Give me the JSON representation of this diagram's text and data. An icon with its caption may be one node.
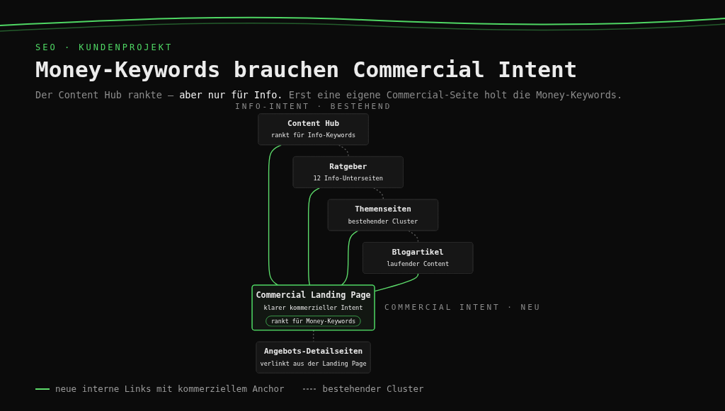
{
  "diagram": {
    "title": "Money-Keywords brauchen Commercial Intent",
    "nodes": [
      {
        "text": [
          "Content Hub",
          "rankt für Info-Keywords"
        ]
      },
      {
        "text": [
          "Ratgeber",
          "12 Info-Unterseiten"
        ]
      },
      {
        "text": [
          "Themenseiten",
          "bestehender Cluster"
        ]
      },
      {
        "text": [
          "Blogartikel",
          "laufender Content"
        ]
      },
      {
        "text": [
          "Commercial Landing Page",
          "klarer kommerzieller Intent",
          "rankt für Money-Keywords"
        ]
      },
      {
        "text": [
          "Angebots-Detailseiten",
          "verlinkt aus der Landing Page"
        ]
      }
    ],
    "edges": [
      {
        "from": 0,
        "to": 1,
        "arrow": "none",
        "style": "dashed",
        "color": "#5a5a5a"
      },
      {
        "from": 1,
        "to": 2,
        "arrow": "none",
        "style": "dashed",
        "color": "#5a5a5a"
      },
      {
        "from": 2,
        "to": 3,
        "arrow": "none",
        "style": "dashed",
        "color": "#5a5a5a"
      },
      {
        "from": 0,
        "to": 4,
        "arrow": "none",
        "color": "#5ddc6b"
      },
      {
        "from": 1,
        "to": 4,
        "arrow": "none",
        "color": "#5ddc6b"
      },
      {
        "from": 2,
        "to": 4,
        "arrow": "none",
        "color": "#5ddc6b"
      },
      {
        "from": 3,
        "to": 4,
        "arrow": "none",
        "color": "#5ddc6b"
      },
      {
        "from": 4,
        "to": 5,
        "arrow": "none",
        "style": "dashed",
        "color": "#5a5a5a"
      }
    ],
    "labels": [
      "SEO · KUNDENPROJEKT",
      "Der Content Hub rankte — **aber nur für Info.** Erst eine eigene Commercial-Seite holt die Money-Keywords.",
      "INFO-INTENT · BESTEHEND",
      "COMMERCIAL INTENT · NEU"
    ],
    "legend": [
      {
        "text": "neue interne Links mit kommerziellem Anchor"
      },
      {
        "text": "bestehender Cluster"
      }
    ]
  }
}
